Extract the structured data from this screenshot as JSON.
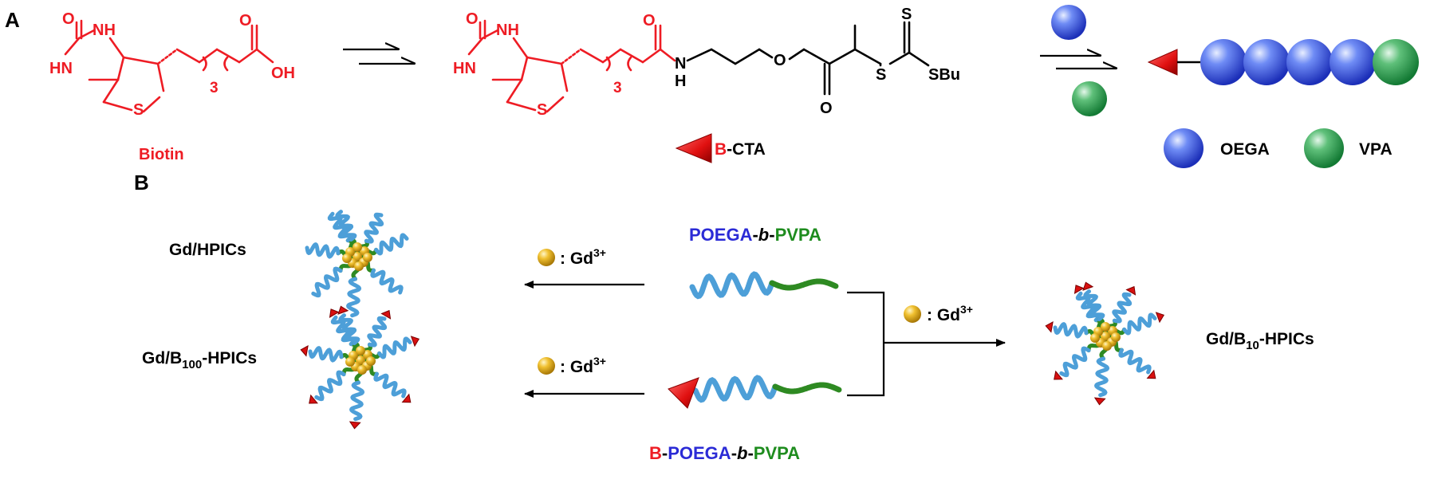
{
  "panel_a": {
    "panel_label": "A",
    "biotin": {
      "atoms": {
        "o": "O",
        "nh": "NH",
        "hn": "HN",
        "s": "S",
        "oh": "OH",
        "sub": "3"
      },
      "name": "Biotin"
    },
    "bcta": {
      "atoms": {
        "o": "O",
        "nh": "NH",
        "hn": "HN",
        "s": "S",
        "sub": "3",
        "n": "N",
        "h": "H",
        "o_ether": "O",
        "o_carbonyl": "O",
        "s_thio": "S",
        "s_double": "S",
        "sbu": "SBu"
      },
      "name_b": "B",
      "name_rest": "-CTA"
    },
    "legend": {
      "oega": "OEGA",
      "vpa": "VPA"
    }
  },
  "panel_b": {
    "panel_label": "B",
    "gd_hpics": "Gd/HPICs",
    "gd_b100": {
      "pre": "Gd/B",
      "sub": "100",
      "post": "-HPICs"
    },
    "gd_b10": {
      "pre": "Gd/B",
      "sub": "10",
      "post": "-HPICs"
    },
    "gd_ion": {
      "prefix": ": Gd",
      "sup": "3+"
    },
    "polymer_top": {
      "a": "POEGA",
      "dash1": "-",
      "b": "b",
      "dash2": "-",
      "c": "PVPA"
    },
    "polymer_bottom": {
      "pre": "B",
      "dash0": "-",
      "a": "POEGA",
      "dash1": "-",
      "b": "b",
      "dash2": "-",
      "c": "PVPA"
    }
  },
  "colors": {
    "red": "#ee1c24",
    "blue": "#2b2bd6",
    "green": "#1e8c1e",
    "gold": "#d4a514",
    "coil_blue": "#5aa7dc",
    "coil_green": "#3c9a2c",
    "oega_bead": "#3d5ce0",
    "vpa_bead": "#2e9e50"
  }
}
